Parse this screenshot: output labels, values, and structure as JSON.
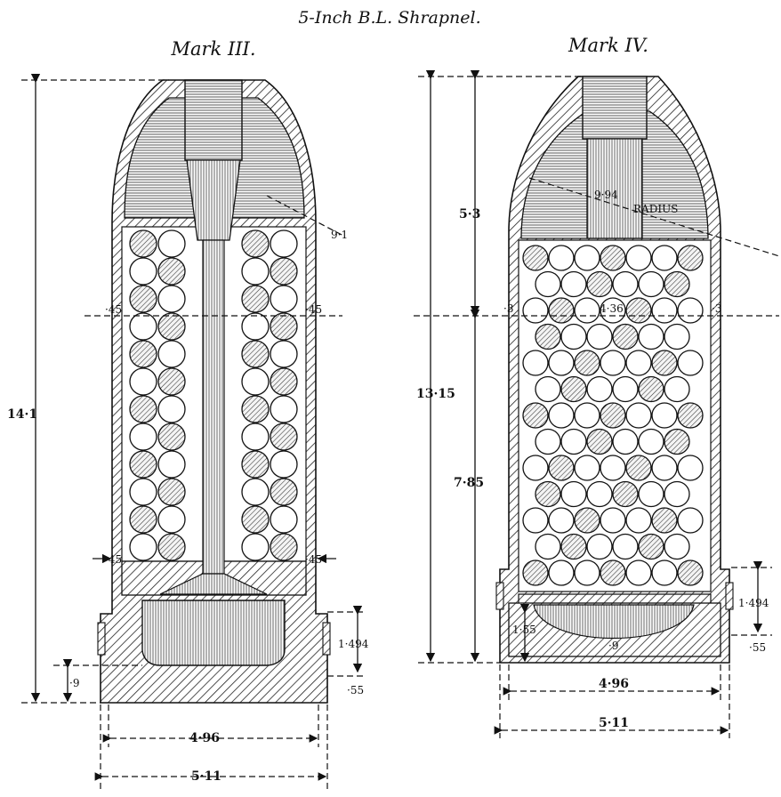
{
  "title": "5-Inch B.L. Shrapnel.",
  "mark_iii": {
    "heading": "Mark III.",
    "dims": {
      "overall_length": "14·1",
      "wall_upper_left": "·45",
      "wall_upper_right": "·45",
      "wall_lower_left": "·45",
      "wall_lower_right": "·45",
      "base_thickness": "·9",
      "band_width": "1·494",
      "band_offset": "·55",
      "head_radius": "9·1",
      "inner_diameter": "4·96",
      "outer_diameter": "5·11"
    }
  },
  "mark_iv": {
    "heading": "Mark IV.",
    "dims": {
      "head_length": "5·3",
      "overall_length": "13·15",
      "body_length": "7·85",
      "head_radius": "9·94",
      "radius_word": "RADIUS",
      "wall_left": "·3",
      "wall_right": "·3",
      "bore": "4·36",
      "band_width": "1·494",
      "band_offset": "·55",
      "base_height": "1·55",
      "base_thickness": "·9",
      "inner_diameter": "4·96",
      "outer_diameter": "5·11"
    }
  }
}
